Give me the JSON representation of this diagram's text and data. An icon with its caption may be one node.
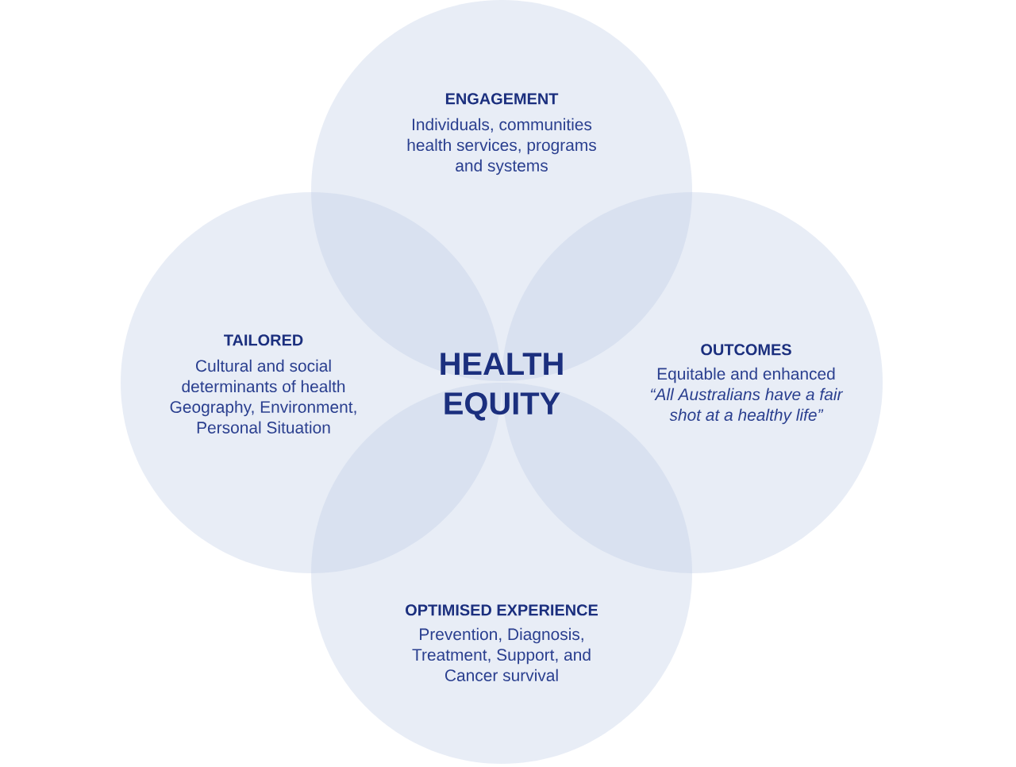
{
  "diagram": {
    "nodes": [
      {
        "text": [
          "ENGAGEMENT",
          "Individuals, communities health services, programs and systems"
        ]
      },
      {
        "text": [
          "TAILORED",
          "Cultural and social determinants of health Geography, Environment, Personal Situation"
        ]
      },
      {
        "text": [
          "OUTCOMES",
          "Equitable and enhanced",
          "“All Australians have a fair shot at a healthy life”"
        ]
      },
      {
        "text": [
          "OPTIMISED EXPERIENCE",
          "Prevention, Diagnosis, Treatment, Support, and Cancer survival"
        ]
      }
    ],
    "labels": [
      "HEALTH EQUITY"
    ]
  }
}
